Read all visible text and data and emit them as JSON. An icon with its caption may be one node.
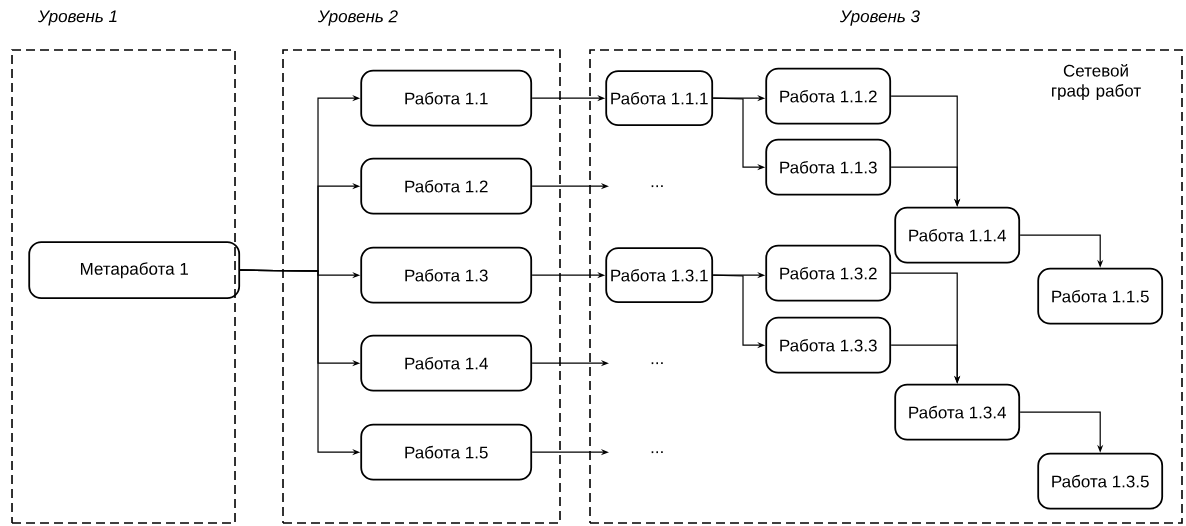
{
  "diagram": {
    "nodes": [
      {
        "text": [
          "Уровень 1"
        ]
      },
      {
        "text": [
          "Метаработа 1"
        ],
        "in": 0
      },
      {
        "text": [
          "Уровень 2"
        ]
      },
      {
        "text": [
          "Работа 1.1"
        ],
        "in": 2
      },
      {
        "text": [
          "Работа 1.2"
        ],
        "in": 2
      },
      {
        "text": [
          "Работа 1.3"
        ],
        "in": 2
      },
      {
        "text": [
          "Работа 1.4"
        ],
        "in": 2
      },
      {
        "text": [
          "Работа 1.5"
        ],
        "in": 2
      },
      {
        "text": [
          "Уровень 3",
          "Сетевой граф работ"
        ]
      },
      {
        "text": [
          "Работа 1.1.1"
        ],
        "in": 8
      },
      {
        "text": [
          "..."
        ],
        "in": 8
      },
      {
        "text": [
          "Работа 1.3.1"
        ],
        "in": 8
      },
      {
        "text": [
          "..."
        ],
        "in": 8
      },
      {
        "text": [
          "..."
        ],
        "in": 8
      },
      {
        "text": [
          "Работа 1.1.2"
        ],
        "in": 8
      },
      {
        "text": [
          "Работа 1.1.3"
        ],
        "in": 8
      },
      {
        "text": [
          "Работа 1.1.4"
        ],
        "in": 8
      },
      {
        "text": [
          "Работа 1.1.5"
        ],
        "in": 8
      },
      {
        "text": [
          "Работа 1.3.2"
        ],
        "in": 8
      },
      {
        "text": [
          "Работа 1.3.3"
        ],
        "in": 8
      },
      {
        "text": [
          "Работа 1.3.4"
        ],
        "in": 8
      },
      {
        "text": [
          "Работа 1.3.5"
        ],
        "in": 8
      }
    ],
    "edges": [
      {
        "from": 1,
        "to": 3,
        "arrow": "to"
      },
      {
        "from": 1,
        "to": 4,
        "arrow": "to"
      },
      {
        "from": 1,
        "to": 5,
        "arrow": "to"
      },
      {
        "from": 1,
        "to": 6,
        "arrow": "to"
      },
      {
        "from": 1,
        "to": 7,
        "arrow": "to"
      },
      {
        "from": 3,
        "to": 9,
        "arrow": "to"
      },
      {
        "from": 4,
        "to": 10,
        "arrow": "to"
      },
      {
        "from": 5,
        "to": 11,
        "arrow": "to"
      },
      {
        "from": 6,
        "to": 12,
        "arrow": "to"
      },
      {
        "from": 7,
        "to": 13,
        "arrow": "to"
      },
      {
        "from": 9,
        "to": 14,
        "arrow": "to"
      },
      {
        "from": 9,
        "to": 15,
        "arrow": "to"
      },
      {
        "from": 14,
        "to": 16,
        "arrow": "to"
      },
      {
        "from": 15,
        "to": 16,
        "arrow": "to"
      },
      {
        "from": 16,
        "to": 17,
        "arrow": "to"
      },
      {
        "from": 11,
        "to": 18,
        "arrow": "to"
      },
      {
        "from": 11,
        "to": 19,
        "arrow": "to"
      },
      {
        "from": 18,
        "to": 20,
        "arrow": "to"
      },
      {
        "from": 19,
        "to": 20,
        "arrow": "to"
      },
      {
        "from": 20,
        "to": 21,
        "arrow": "to"
      }
    ]
  }
}
